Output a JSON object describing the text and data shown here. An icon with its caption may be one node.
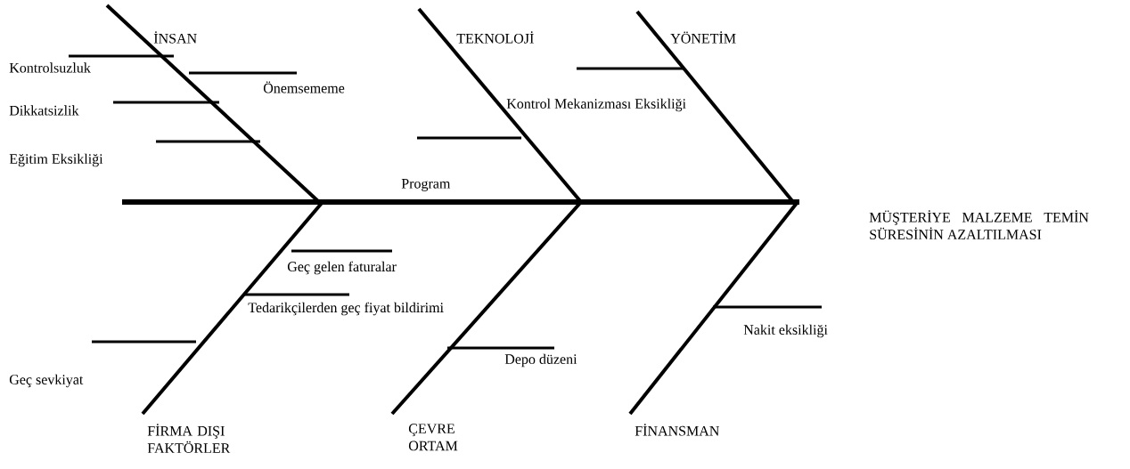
{
  "diagram": {
    "labels": [
      "İNSAN",
      "TEKNOLOJİ",
      "YÖNETİM",
      "Kontrolsuzluk",
      "Önemsememe",
      "Dikkatsizlik",
      "Kontrol Mekanizması Eksikliği",
      "Eğitim Eksikliği",
      "Program",
      "MÜŞTERİYE MALZEME TEMİN SÜRESİNİN AZALTILMASI",
      "Geç gelen faturalar",
      "Tedarikçilerden geç fiyat bildirimi",
      "Nakit eksikliği",
      "Depo düzeni",
      "Geç sevkiyat",
      "FİRMA DIŞI FAKTÖRLER",
      "ÇEVRE ORTAM",
      "FİNANSMAN"
    ]
  }
}
